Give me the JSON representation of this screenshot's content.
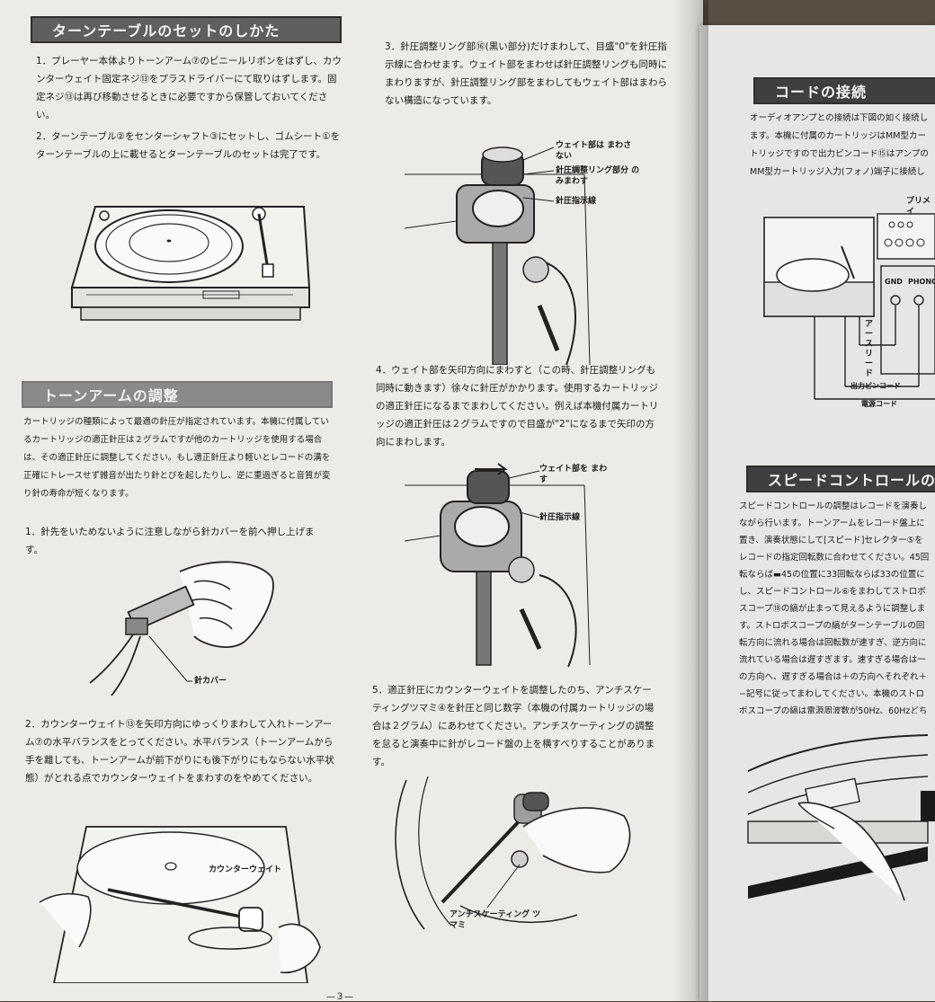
{
  "left_page": {
    "turntable_section": {
      "heading": "ターンテーブルのセットのしかた",
      "step1": "1．プレーヤー本体よりトーンアーム⑦のビニールリボンをはずし、カウンターウェイト固定ネジ⑬をプラスドライバーにて取りはずします。固定ネジ⑬は再び移動させるときに必要ですから保管しておいてください。",
      "step2": "2．ターンテーブル②をセンターシャフト③にセットし、ゴムシート①をターンテーブルの上に載せるとターンテーブルのセットは完了です。"
    },
    "tonearm_section": {
      "heading": "トーンアームの調整",
      "intro": "カートリッジの種類によって最適の針圧が指定されています。本機に付属しているカートリッジの適正針圧は２グラムですが他のカートリッジを使用する場合は、その適正針圧に調整してください。もし適正針圧より軽いとレコードの溝を正確にトレースせず雑音が出たり針とびを起したりし、逆に重過ぎると音質が変り針の寿命が短くなります。",
      "step1": "1．針先をいためないように注意しながら針カバーを前へ押し上げます。",
      "step1_caption": "針カバー",
      "step2": "2．カウンターウェイト⑬を矢印方向にゆっくりまわして入れトーンアーム⑦の水平バランスをとってください。水平バランス（トーンアームから手を離しても、トーンアームが前下がりにも後下がりにもならない水平状態）がとれる点でカウンターウェイトをまわすのをやめてください。",
      "step2_caption": "カウンターウェイト"
    },
    "column2": {
      "step3": "3．針圧調整リング部⑯(黒い部分)だけまわして、目盛\"0\"を針圧指示線に合わせます。ウェイト部をまわせば針圧調整リングも同時にまわりますが、針圧調整リング部をまわしてもウェイト部はまわらない構造になっています。",
      "fig3_labels": [
        "ウェイト部は まわさない",
        "針圧調整リング部分 のみまわす",
        "針圧指示線"
      ],
      "step4": "4．ウェイト部を矢印方向にまわすと（この時、針圧調整リングも同時に動きます）徐々に針圧がかかります。使用するカートリッジの適正針圧になるまでまわしてください。例えば本機付属カートリッジの適正針圧は２グラムですので目盛が\"2\"になるまで矢印の方向にまわします。",
      "fig4_labels": [
        "ウェイト部を まわす",
        "針圧指示線"
      ],
      "step5": "5．適正針圧にカウンターウェイトを調整したのち、アンチスケーティングツマミ④を針圧と同じ数字（本機の付属カートリッジの場合は２グラム）にあわせてください。アンチスケーティングの調整を怠ると演奏中に針がレコード盤の上を横すべりすることがあります。",
      "fig5_label": "アンチスケーティング ツマミ"
    },
    "page_number": "—３—"
  },
  "right_page": {
    "cord_section": {
      "heading": "コードの接続",
      "text": "オーディオアンプとの接続は下図の如く接続します。本機に付属のカートリッジはMM型カートリッジですので出力ピンコード⑮はアンプのMM型カートリッジ入力(フォノ)端子に接続してください。",
      "labels": [
        "プリメイ",
        "GND",
        "PHONO",
        "アースリード",
        "出力ピンコード",
        "電源コード"
      ]
    },
    "speed_section": {
      "heading": "スピードコントロールの調整",
      "text": "スピードコントロールの調整はレコードを演奏しながら行います。トーンアームをレコード盤上に置き、演奏状態にして[スピード]セレクター⑤をレコードの指定回転数に合わせてください。45回転ならば▬45の位置に33回転ならば33の位置にし、スピードコントロール⑥をまわしてストロボスコープ⑱の縞が止まって見えるように調整します。ストロボスコープの縞がターンテーブルの回転方向に流れる場合は回転数が速すぎ、逆方向に流れている場合は遅すぎます。速すぎる場合は一の方向へ、遅すぎる場合は＋の方向へそれぞれ＋−記号に従ってまわしてください。本機のストロボスコープの縞は電源周波数が50Hz、60Hzどちらの地域でも同じ縞で見えるよう特殊な配置になっています。"
    }
  }
}
